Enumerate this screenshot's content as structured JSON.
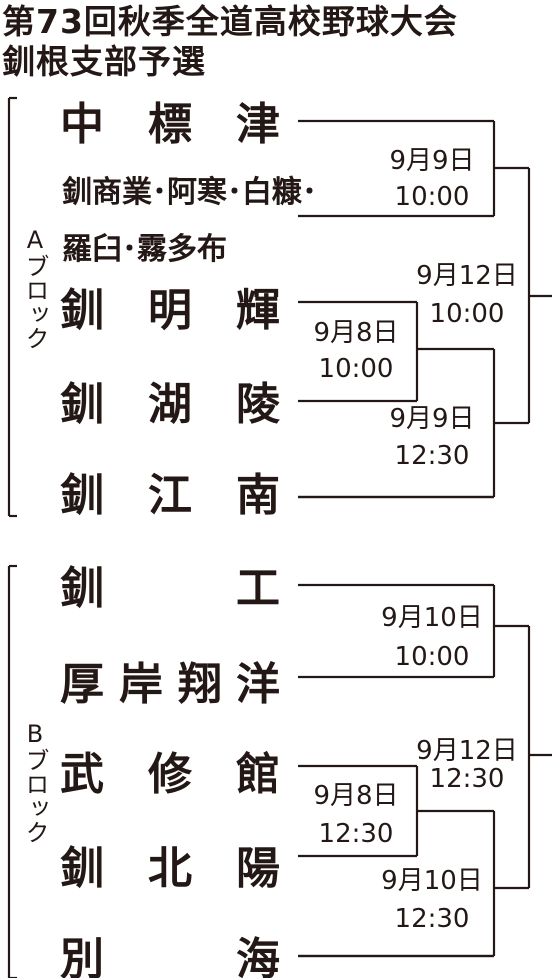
{
  "title": {
    "line1": "第73回秋季全道高校野球大会",
    "line2": "釧根支部予選"
  },
  "colors": {
    "ink": "#231815",
    "background": "#ffffff"
  },
  "blocks": [
    {
      "label": "Aブロック",
      "teams": [
        {
          "chars": [
            "中",
            "標",
            "津"
          ]
        },
        {
          "lines": [
            "釧商業･阿寒･白糠･",
            "羅臼･霧多布"
          ]
        },
        {
          "chars": [
            "釧",
            "明",
            "輝"
          ]
        },
        {
          "chars": [
            "釧",
            "湖",
            "陵"
          ]
        },
        {
          "chars": [
            "釧",
            "江",
            "南"
          ]
        }
      ],
      "matches": [
        {
          "date": "9月8日",
          "time": "10:00"
        },
        {
          "date": "9月9日",
          "time": "10:00"
        },
        {
          "date": "9月9日",
          "time": "12:30"
        },
        {
          "date": "9月12日",
          "time": "10:00"
        }
      ]
    },
    {
      "label": "Bブロック",
      "teams": [
        {
          "chars": [
            "釧",
            "工"
          ]
        },
        {
          "chars": [
            "厚",
            "岸",
            "翔",
            "洋"
          ]
        },
        {
          "chars": [
            "武",
            "修",
            "館"
          ]
        },
        {
          "chars": [
            "釧",
            "北",
            "陽"
          ]
        },
        {
          "chars": [
            "別",
            "海"
          ]
        }
      ],
      "matches": [
        {
          "date": "9月8日",
          "time": "12:30"
        },
        {
          "date": "9月10日",
          "time": "10:00"
        },
        {
          "date": "9月10日",
          "time": "12:30"
        },
        {
          "date": "9月12日",
          "time": "12:30"
        }
      ]
    }
  ]
}
